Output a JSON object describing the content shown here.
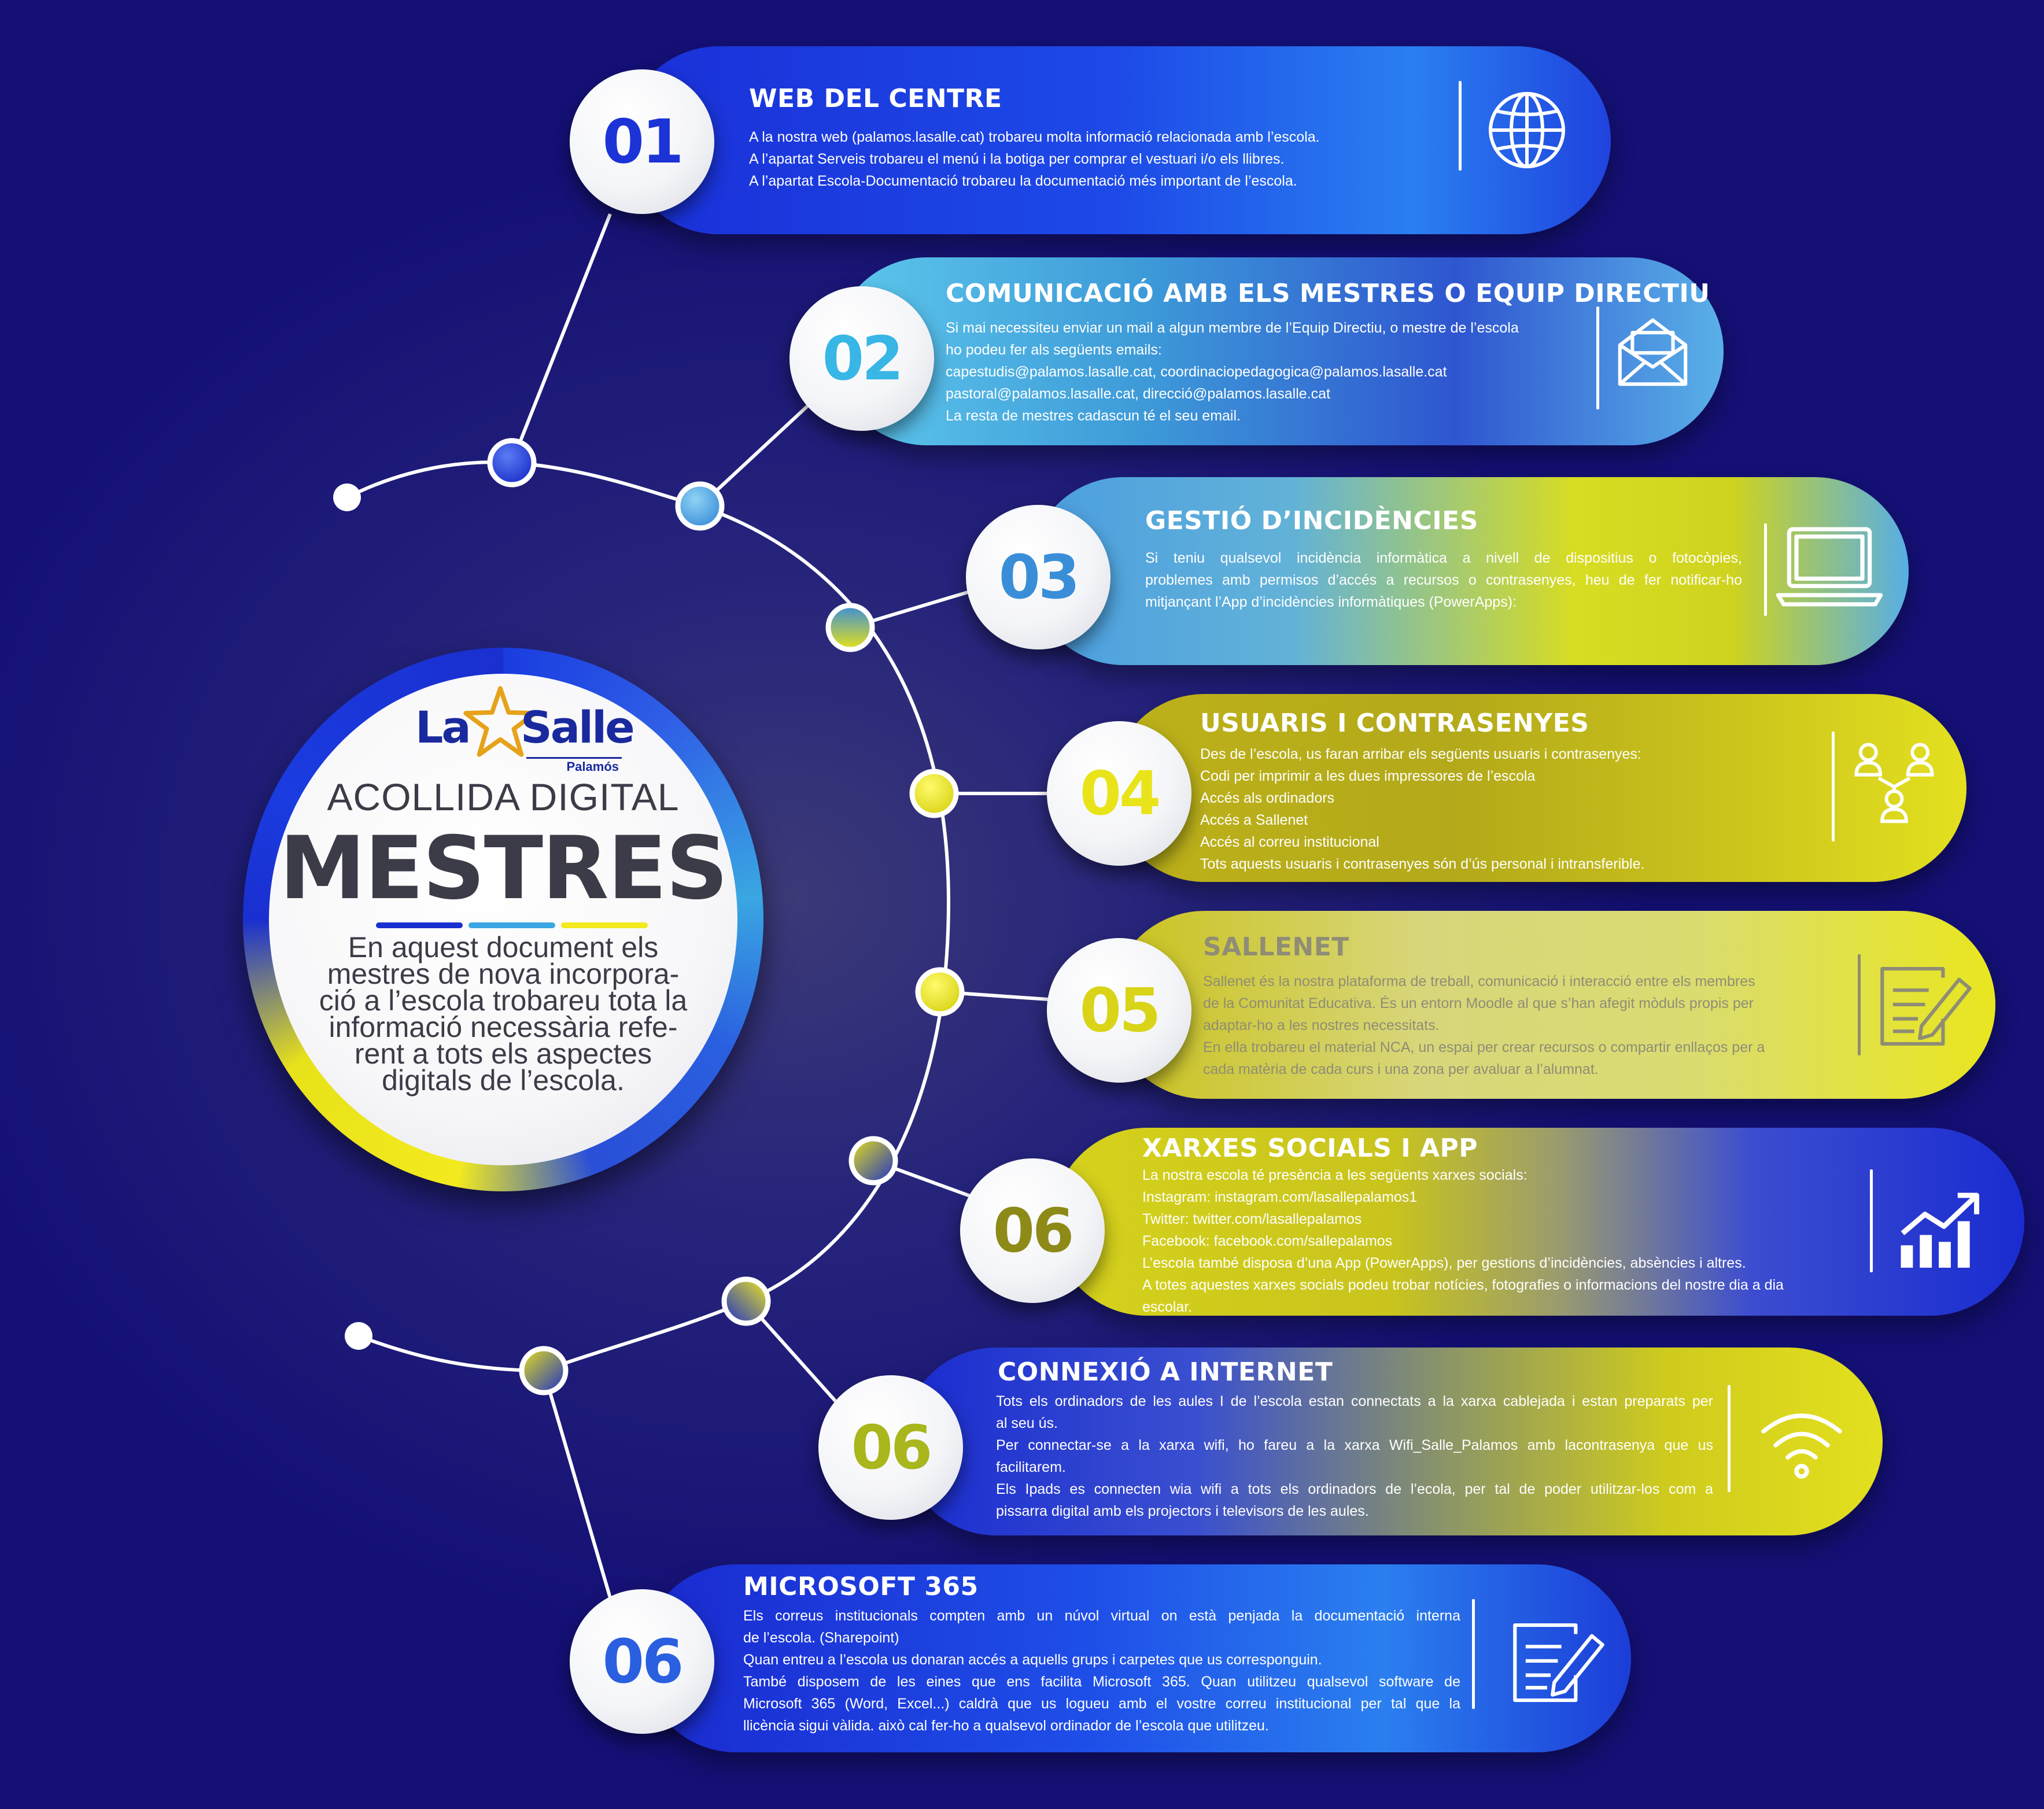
{
  "brand": {
    "logo_text_left": "La",
    "logo_text_right": "Salle",
    "logo_location": "Palamós"
  },
  "hub": {
    "kicker": "ACOLLIDA DIGITAL",
    "title": "MESTRES",
    "description_lines": [
      "En aquest document els",
      "mestres de nova incorpora-",
      "ció a l’escola trobareu tota la",
      "informació necessària refe-",
      "rent a tots els aspectes",
      "digitals de l’escola."
    ],
    "accent_colors": [
      "#1a2fd0",
      "#3aa6e2",
      "#f2ea1e"
    ]
  },
  "sections": [
    {
      "number": "01",
      "title": "WEB DEL CENTRE",
      "icon": "globe-icon",
      "number_color": "#1c33d6",
      "lines": [
        "A la nostra web (palamos.lasalle.cat) trobareu molta informació relacionada amb l’escola.",
        "A l’apartat Serveis trobareu el menú i la botiga per comprar el vestuari i/o els llibres.",
        "A l’apartat Escola-Documentació trobareu la documentació més important de l’escola."
      ]
    },
    {
      "number": "02",
      "title": "COMUNICACIÓ AMB ELS MESTRES O EQUIP DIRECTIU",
      "icon": "envelope-icon",
      "number_color": "#38b6e6",
      "lines": [
        "Si mai necessiteu enviar un mail a algun membre de l’Equip Directiu, o mestre de l’escola",
        "ho podeu fer als següents emails:",
        "capestudis@palamos.lasalle.cat, coordinaciopedagogica@palamos.lasalle.cat",
        "pastoral@palamos.lasalle.cat, direcció@palamos.lasalle.cat",
        "La resta de mestres cadascun té el seu email."
      ]
    },
    {
      "number": "03",
      "title": "GESTIÓ D’INCIDÈNCIES",
      "icon": "laptop-icon",
      "number_color": "#3a8ed8",
      "lines": [
        "Si teniu qualsevol incidència informàtica a nivell de dispositius o fotocòpies,",
        "problemes amb permisos d’accés a recursos o contrasenyes, heu de fer notificar-ho",
        "mitjançant l’App d’incidències informàtiques (PowerApps):"
      ]
    },
    {
      "number": "04",
      "title": "USUARIS I CONTRASENYES",
      "icon": "users-network-icon",
      "number_color": "#e9e41a",
      "lines": [
        "Des de l’escola, us faran arribar els següents usuaris i contrasenyes:",
        "Codi per imprimir a les dues impressores de l’escola",
        "Accés als ordinadors",
        "Accés a Sallenet",
        "Accés al correu institucional",
        "Tots aquests usuaris i contrasenyes són d’ús personal i intransferible."
      ]
    },
    {
      "number": "05",
      "title": "SALLENET",
      "icon": "document-edit-icon",
      "number_color": "#d9d418",
      "lines": [
        "Sallenet és la nostra plataforma de treball, comunicació i interacció entre els membres",
        "de la Comunitat Educativa. És un entorn Moodle al que s’han afegit mòduls propis per",
        "adaptar-ho a les nostres necessitats.",
        "En ella trobareu el material NCA, un espai per crear recursos o compartir enllaços per a",
        "cada matèria de cada curs i una zona per avaluar a l’alumnat."
      ]
    },
    {
      "number": "06",
      "title": "XARXES SOCIALS I APP",
      "icon": "growth-chart-icon",
      "number_color": "#8e8a18",
      "lines": [
        "La nostra escola té presència a les següents xarxes socials:",
        "Instagram: instagram.com/lasallepalamos1",
        "Twitter: twitter.com/lasallepalamos",
        "Facebook: facebook.com/sallepalamos",
        "L’escola també disposa d’una App (PowerApps), per gestions d’incidències, absències i altres.",
        "A totes aquestes xarxes socials podeu trobar notícies, fotografies o informacions del nostre dia a dia",
        "escolar."
      ]
    },
    {
      "number": "06",
      "title": "CONNEXIÓ A INTERNET",
      "icon": "wifi-icon",
      "number_color": "#a9b61c",
      "lines": [
        "Tots els ordinadors de les aules I de l’escola estan connectats a la xarxa cablejada i estan preparats per",
        "al seu ús.",
        "Per connectar-se a la xarxa wifi, ho fareu a la xarxa Wifi_Salle_Palamos amb lacontrasenya que us",
        "facilitarem.",
        "Els Ipads es connecten wia wifi a tots els ordinadors de l’ecola, per tal de poder utilitzar-los com a",
        "pissarra digital amb els projectors i televisors de les aules."
      ]
    },
    {
      "number": "06",
      "title": "MICROSOFT 365",
      "icon": "document-sign-icon",
      "number_color": "#2a5fe0",
      "lines": [
        "Els correus institucionals compten amb un núvol virtual on està penjada la documentació interna",
        "de l’escola. (Sharepoint)",
        "Quan entreu a l’escola us donaran accés a aquells grups i carpetes que us corresponguin.",
        "També disposem de les eines que ens facilita Microsoft 365. Quan utilitzeu qualsevol software de",
        "Microsoft 365 (Word, Excel...) caldrà que us logueu amb el vostre correu institucional per tal que la",
        "llicència sigui vàlida. això cal fer-ho a qualsevol ordinador de l’escola que utilitzeu."
      ]
    }
  ]
}
